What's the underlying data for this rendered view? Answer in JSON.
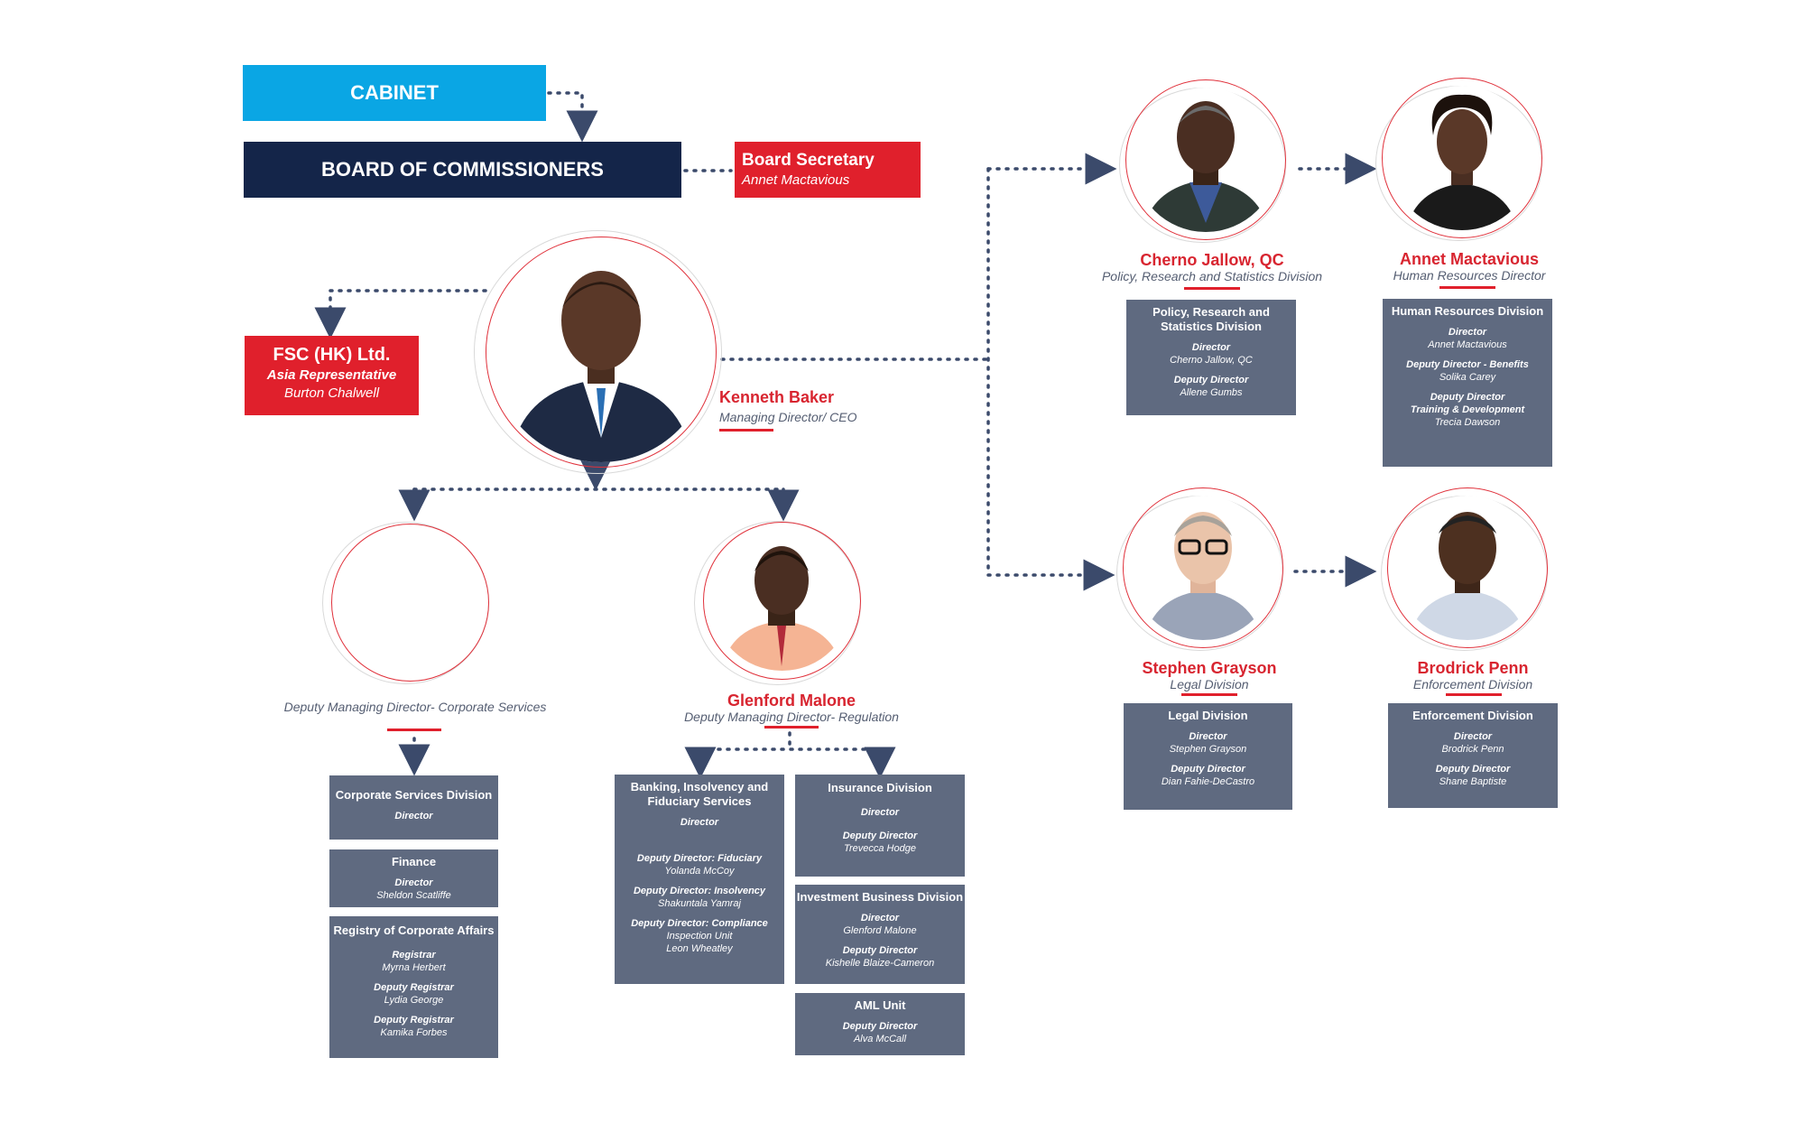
{
  "top": {
    "cabinet": "CABINET",
    "board": "BOARD OF COMMISSIONERS",
    "secretary_title": "Board Secretary",
    "secretary_name": "Annet Mactavious"
  },
  "fsc": {
    "title": "FSC (HK) Ltd.",
    "role": "Asia Representative",
    "name": "Burton Chalwell"
  },
  "ceo": {
    "name": "Kenneth Baker",
    "role": "Managing Director/ CEO"
  },
  "dmd_corporate": {
    "name": "",
    "role": "Deputy Managing Director- Corporate Services"
  },
  "dmd_regulation": {
    "name": "Glenford Malone",
    "role": "Deputy Managing Director- Regulation"
  },
  "policy": {
    "name": "Cherno Jallow, QC",
    "role": "Policy, Research and Statistics Division"
  },
  "hr": {
    "name": "Annet Mactavious",
    "role": "Human Resources Director"
  },
  "legal": {
    "name": "Stephen Grayson",
    "role": "Legal Division"
  },
  "enforcement": {
    "name": "Brodrick Penn",
    "role": "Enforcement Division"
  },
  "cards": {
    "policy": {
      "heading": "Policy, Research and Statistics Division",
      "l1": "Director",
      "v1": "Cherno Jallow, QC",
      "l2": "Deputy Director",
      "v2": "Allene Gumbs"
    },
    "hr": {
      "heading": "Human Resources Division",
      "l1": "Director",
      "v1": "Annet Mactavious",
      "l2": "Deputy Director - Benefits",
      "v2": "Solika Carey",
      "l3": "Deputy Director",
      "l3b": "Training & Development",
      "v3": "Trecia Dawson"
    },
    "legal": {
      "heading": "Legal Division",
      "l1": "Director",
      "v1": "Stephen Grayson",
      "l2": "Deputy Director",
      "v2": "Dian Fahie-DeCastro"
    },
    "enforcement": {
      "heading": "Enforcement Division",
      "l1": "Director",
      "v1": "Brodrick Penn",
      "l2": "Deputy Director",
      "v2": "Shane Baptiste"
    },
    "corporate": {
      "heading": "Corporate Services Division",
      "l1": "Director"
    },
    "finance": {
      "heading": "Finance",
      "l1": "Director",
      "v1": "Sheldon Scatliffe"
    },
    "registry": {
      "heading": "Registry of Corporate Affairs",
      "l1": "Registrar",
      "v1": "Myrna Herbert",
      "l2": "Deputy Registrar",
      "v2": "Lydia George",
      "l3": "Deputy Registrar",
      "v3": "Kamika Forbes"
    },
    "banking": {
      "heading": "Banking, Insolvency and Fiduciary Services",
      "l1": "Director",
      "l2": "Deputy Director: Fiduciary",
      "v2": "Yolanda McCoy",
      "l3": "Deputy Director: Insolvency",
      "v3": "Shakuntala Yamraj",
      "l4": "Deputy Director: Compliance",
      "v4a": "Inspection Unit",
      "v4b": "Leon Wheatley"
    },
    "insurance": {
      "heading": "Insurance Division",
      "l1": "Director",
      "l2": "Deputy Director",
      "v2": "Trevecca Hodge"
    },
    "investment": {
      "heading": "Investment Business Division",
      "l1": "Director",
      "v1": "Glenford Malone",
      "l2": "Deputy Director",
      "v2": "Kishelle Blaize-Cameron"
    },
    "aml": {
      "heading": "AML Unit",
      "l1": "Deputy Director",
      "v1": "Alva McCall"
    }
  },
  "colors": {
    "cabinet": "#0aa6e4",
    "board": "#142549",
    "accent_red": "#e0202c",
    "card": "#5f6a80",
    "connector": "#3b4a6b"
  }
}
